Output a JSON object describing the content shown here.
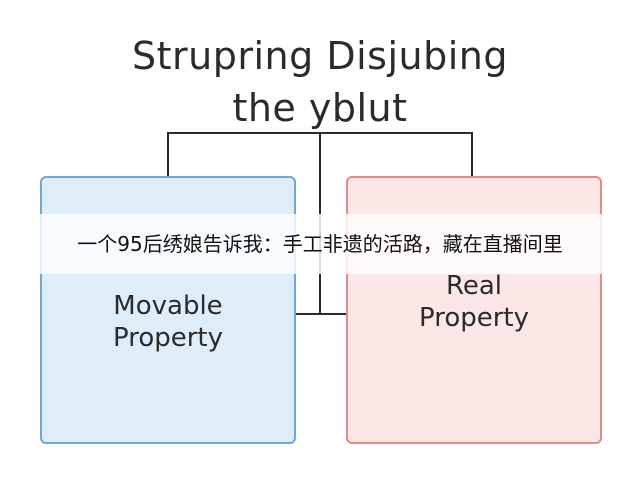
{
  "title": {
    "line1": "Strupring Disjubing",
    "line2": "the yblut"
  },
  "boxes": {
    "movable": {
      "line1": "Movable",
      "line2": "Property"
    },
    "real": {
      "line1": "Real",
      "line2": "Property"
    }
  },
  "banner": {
    "text": "一个95后绣娘告诉我：手工非遗的活路，藏在直播间里"
  },
  "colors": {
    "movable_fill": "#deedf8",
    "movable_border": "#6ea8d4",
    "real_fill": "#fbe7e6",
    "real_border": "#e08b86",
    "line": "#2b2b2b"
  }
}
